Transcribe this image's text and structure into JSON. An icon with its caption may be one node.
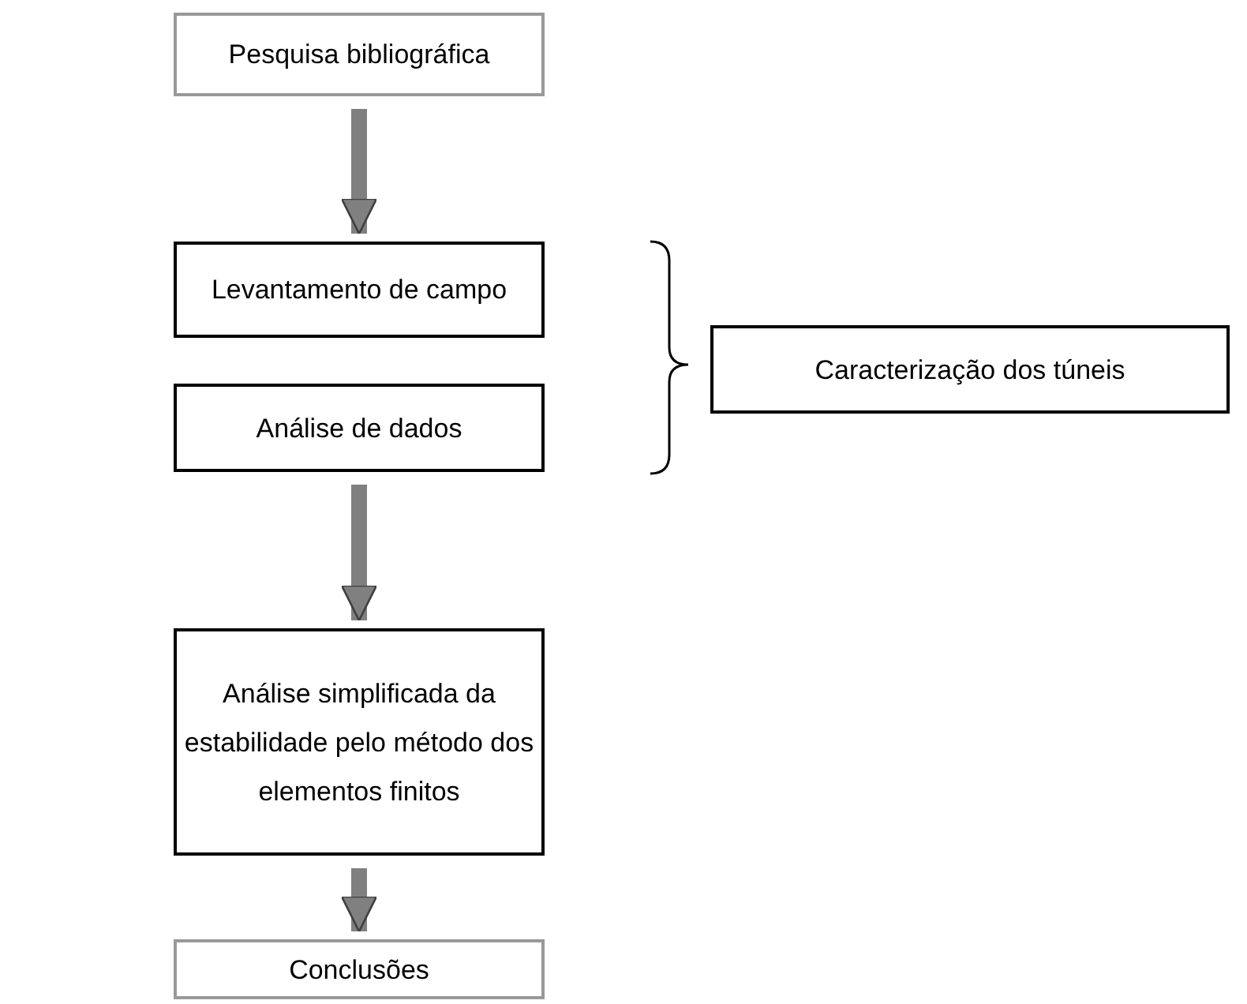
{
  "diagram": {
    "nodes": [
      {
        "text": [
          "Pesquisa bibliográfica"
        ]
      },
      {
        "text": [
          "Levantamento de campo"
        ]
      },
      {
        "text": [
          "Análise de dados"
        ]
      },
      {
        "text": [
          "Análise simplificada da estabilidade pelo método dos elementos finitos"
        ]
      },
      {
        "text": [
          "Conclusões"
        ]
      },
      {
        "text": [
          "Caracterização dos túneis"
        ]
      }
    ],
    "edges": [
      {
        "from": 0,
        "to": 1,
        "arrow": "to"
      },
      {
        "from": 2,
        "to": 3,
        "arrow": "to"
      },
      {
        "from": 3,
        "to": 4,
        "arrow": "to"
      }
    ]
  }
}
